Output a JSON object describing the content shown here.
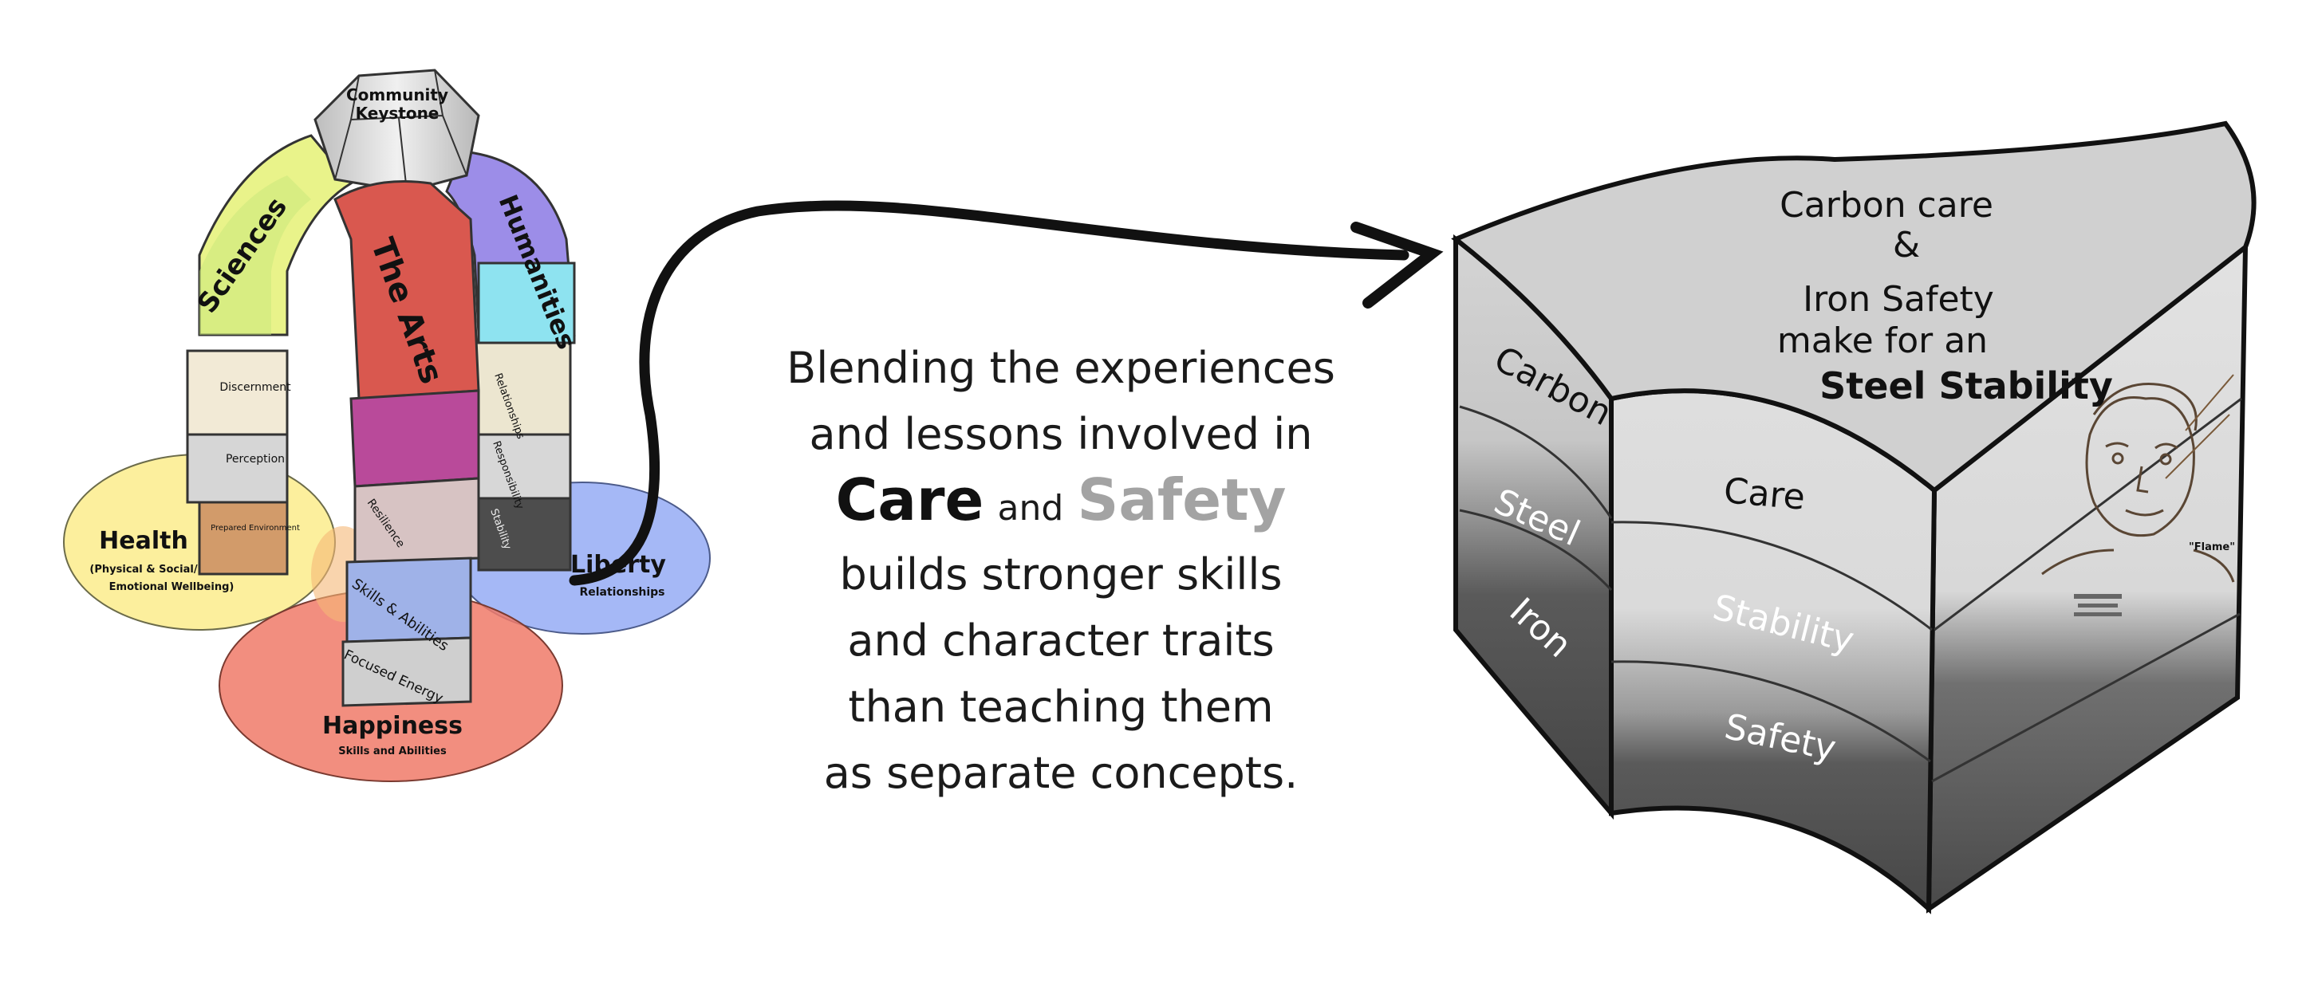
{
  "arch": {
    "keystone": [
      "Community",
      "Keystone"
    ],
    "pillars": {
      "sciences": "Sciences",
      "the_arts": "The Arts",
      "humanities": "Humanities"
    },
    "blocks": [
      "Discernment",
      "Perception",
      "Prepared Environment",
      "Relationships",
      "Responsibility",
      "Stability",
      "Resilience",
      "Skills & Abilities",
      "Focused Energy"
    ],
    "circles": {
      "health": {
        "title": "Health",
        "sub": [
          "(Physical & Social/",
          "Emotional Wellbeing)"
        ],
        "color": "#fbec8c"
      },
      "liberty": {
        "title": "Liberty",
        "sub": "Relationships",
        "color": "#8ea6f4"
      },
      "happiness": {
        "title": "Happiness",
        "sub": "Skills and Abilities",
        "color": "#f07a68"
      }
    }
  },
  "center": {
    "line1": "Blending the experiences",
    "line2": "and lessons involved in",
    "care": "Care",
    "and": "and",
    "safety": "Safety",
    "line4": "builds stronger skills",
    "line5": "and character traits",
    "line6": "than teaching them",
    "line7": "as separate concepts."
  },
  "block3d": {
    "top": [
      "Carbon care",
      "&",
      "Iron Safety",
      "make for an"
    ],
    "top_bold": "Steel Stability",
    "left_face": [
      "Carbon",
      "Steel",
      "Iron"
    ],
    "front_face": [
      "Care",
      "Stability",
      "Safety"
    ],
    "portrait_caption": "\"Flame\""
  }
}
